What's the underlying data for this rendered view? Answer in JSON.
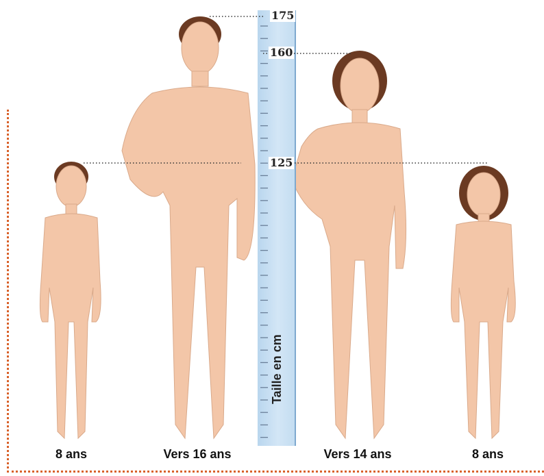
{
  "ruler": {
    "axis_label": "Taille en cm",
    "unit": "cm",
    "marked_values": [
      "175",
      "160",
      "125"
    ]
  },
  "figures": [
    {
      "caption": "8 ans",
      "height_cm": 125
    },
    {
      "caption": "Vers 16 ans",
      "height_cm": 175
    },
    {
      "caption": "Vers 14 ans",
      "height_cm": 160
    },
    {
      "caption": "8 ans",
      "height_cm": 125
    }
  ],
  "colors": {
    "ruler": "#c4ddf1",
    "skin": "#f3c6a8",
    "frame": "#d9622b"
  }
}
